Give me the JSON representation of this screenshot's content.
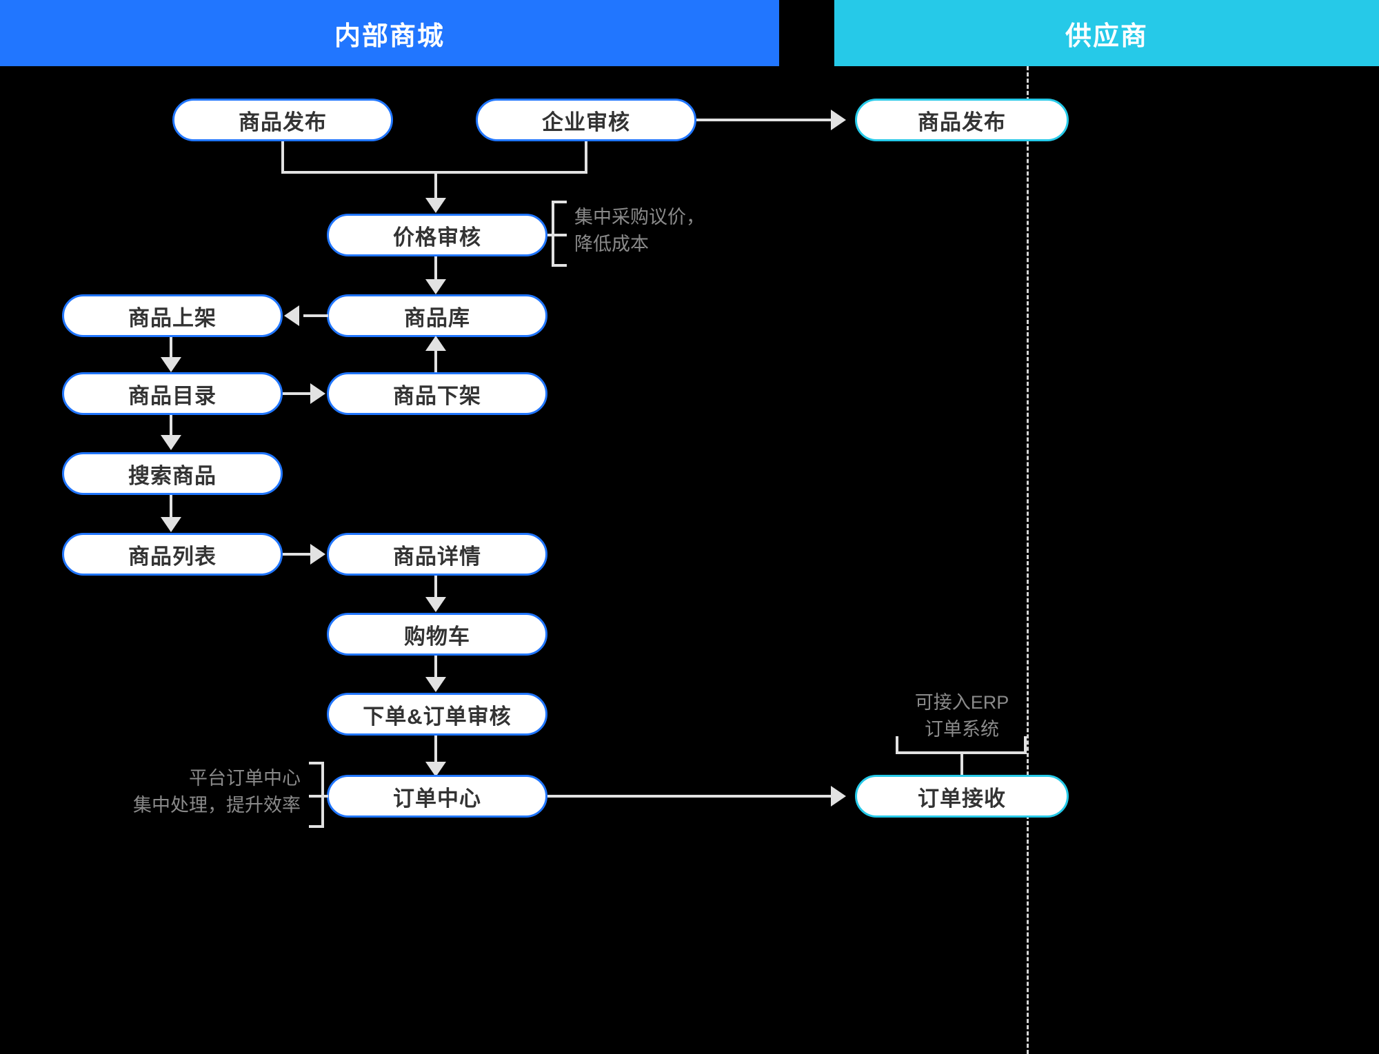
{
  "header": {
    "internal": {
      "label": "内部商城",
      "color": "#2176ff"
    },
    "supplier": {
      "label": "供应商",
      "color": "#26c9e8"
    }
  },
  "nodes": {
    "product_publish": "商品发布",
    "enterprise_audit": "企业审核",
    "supplier_publish": "商品发布",
    "price_audit": "价格审核",
    "product_listing": "商品上架",
    "product_library": "商品库",
    "product_catalog": "商品目录",
    "product_delist": "商品下架",
    "search_product": "搜索商品",
    "product_list": "商品列表",
    "product_detail": "商品详情",
    "shopping_cart": "购物车",
    "place_order_audit": "下单&订单审核",
    "order_center": "订单中心",
    "order_receive": "订单接收"
  },
  "annotations": {
    "price_note": "集中采购议价，\n降低成本",
    "order_center_note": "平台订单中心\n集中处理，提升效率",
    "erp_note": "可接入ERP\n订单系统"
  },
  "chart_data": {
    "type": "diagram",
    "title": "内部商城与供应商采购流程图",
    "lanes": [
      {
        "name": "内部商城",
        "color": "#2176ff"
      },
      {
        "name": "供应商",
        "color": "#26c9e8"
      }
    ],
    "nodes": [
      {
        "id": "product_publish",
        "label": "商品发布",
        "lane": "内部商城"
      },
      {
        "id": "enterprise_audit",
        "label": "企业审核",
        "lane": "内部商城"
      },
      {
        "id": "supplier_publish",
        "label": "商品发布",
        "lane": "供应商"
      },
      {
        "id": "price_audit",
        "label": "价格审核",
        "lane": "内部商城"
      },
      {
        "id": "product_listing",
        "label": "商品上架",
        "lane": "内部商城"
      },
      {
        "id": "product_library",
        "label": "商品库",
        "lane": "内部商城"
      },
      {
        "id": "product_catalog",
        "label": "商品目录",
        "lane": "内部商城"
      },
      {
        "id": "product_delist",
        "label": "商品下架",
        "lane": "内部商城"
      },
      {
        "id": "search_product",
        "label": "搜索商品",
        "lane": "内部商城"
      },
      {
        "id": "product_list",
        "label": "商品列表",
        "lane": "内部商城"
      },
      {
        "id": "product_detail",
        "label": "商品详情",
        "lane": "内部商城"
      },
      {
        "id": "shopping_cart",
        "label": "购物车",
        "lane": "内部商城"
      },
      {
        "id": "place_order_audit",
        "label": "下单&订单审核",
        "lane": "内部商城"
      },
      {
        "id": "order_center",
        "label": "订单中心",
        "lane": "内部商城"
      },
      {
        "id": "order_receive",
        "label": "订单接收",
        "lane": "供应商"
      }
    ],
    "edges": [
      {
        "from": "enterprise_audit",
        "to": "supplier_publish"
      },
      {
        "from": "product_publish",
        "to": "price_audit"
      },
      {
        "from": "enterprise_audit",
        "to": "price_audit"
      },
      {
        "from": "price_audit",
        "to": "product_library"
      },
      {
        "from": "product_library",
        "to": "product_listing"
      },
      {
        "from": "product_listing",
        "to": "product_catalog"
      },
      {
        "from": "product_catalog",
        "to": "product_delist"
      },
      {
        "from": "product_delist",
        "to": "product_library"
      },
      {
        "from": "product_catalog",
        "to": "search_product"
      },
      {
        "from": "search_product",
        "to": "product_list"
      },
      {
        "from": "product_list",
        "to": "product_detail"
      },
      {
        "from": "product_detail",
        "to": "shopping_cart"
      },
      {
        "from": "shopping_cart",
        "to": "place_order_audit"
      },
      {
        "from": "place_order_audit",
        "to": "order_center"
      },
      {
        "from": "order_center",
        "to": "order_receive"
      }
    ],
    "notes": [
      {
        "target": "price_audit",
        "text": "集中采购议价，降低成本"
      },
      {
        "target": "order_center",
        "text": "平台订单中心集中处理，提升效率"
      },
      {
        "target": "order_receive",
        "text": "可接入ERP订单系统"
      }
    ]
  }
}
